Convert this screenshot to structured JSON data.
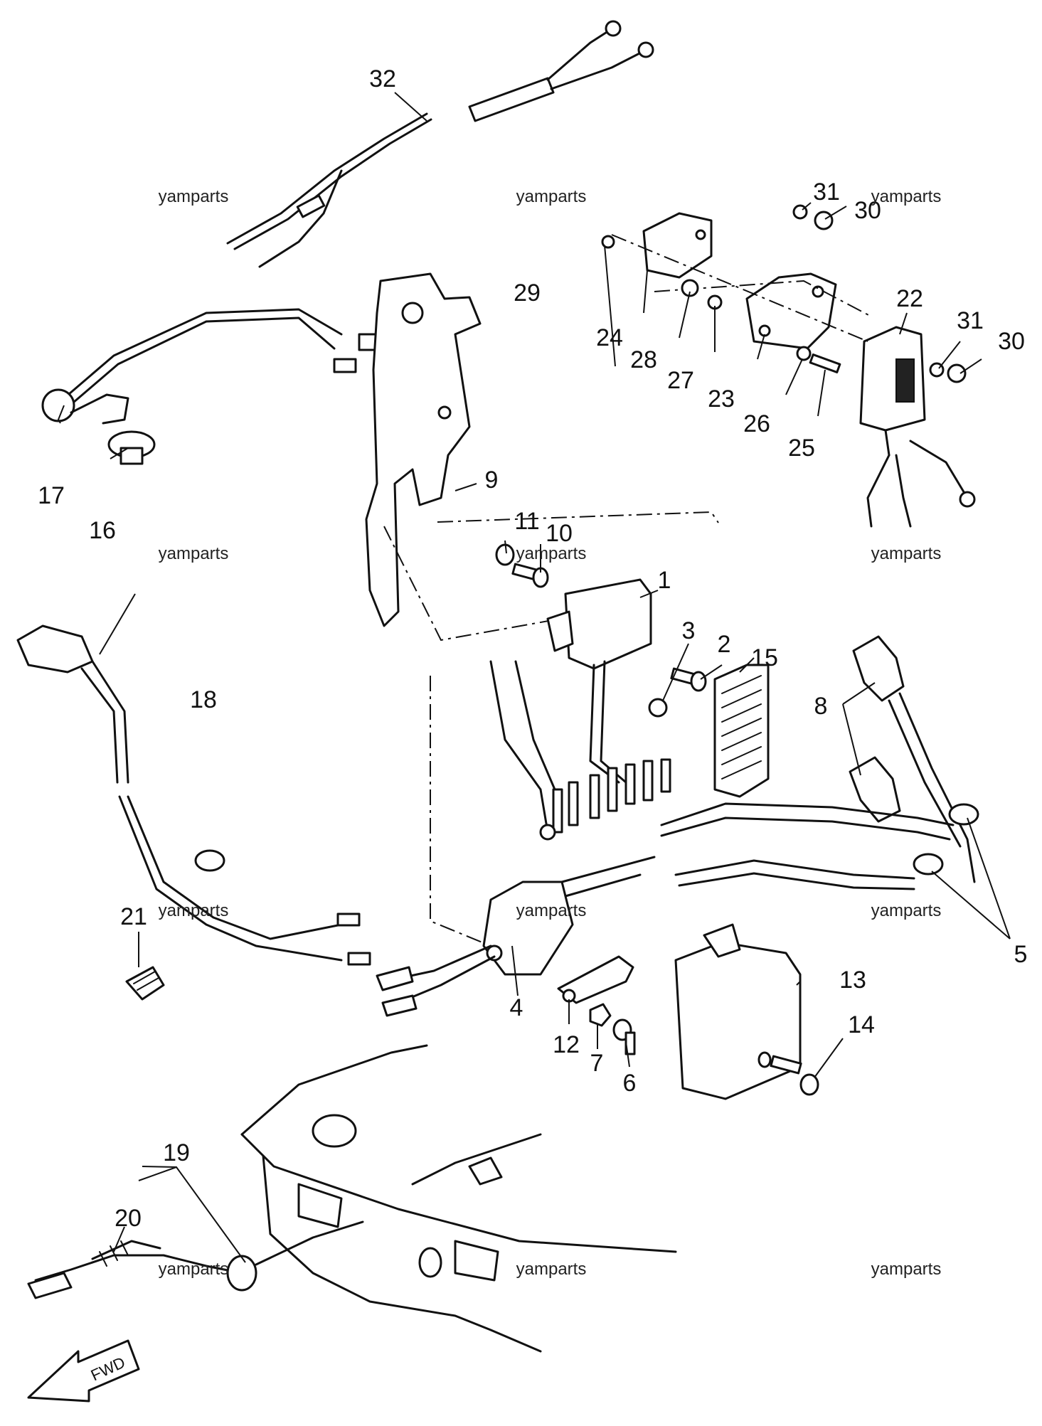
{
  "watermark_text": "yamparts",
  "callout_labels": [
    "1",
    "2",
    "3",
    "4",
    "5",
    "6",
    "7",
    "8",
    "9",
    "10",
    "11",
    "12",
    "13",
    "14",
    "15",
    "16",
    "17",
    "18",
    "19",
    "20",
    "21",
    "22",
    "23",
    "24",
    "25",
    "26",
    "27",
    "28",
    "29",
    "30",
    "31",
    "30",
    "31",
    "32"
  ],
  "fwd_label": "FWD"
}
